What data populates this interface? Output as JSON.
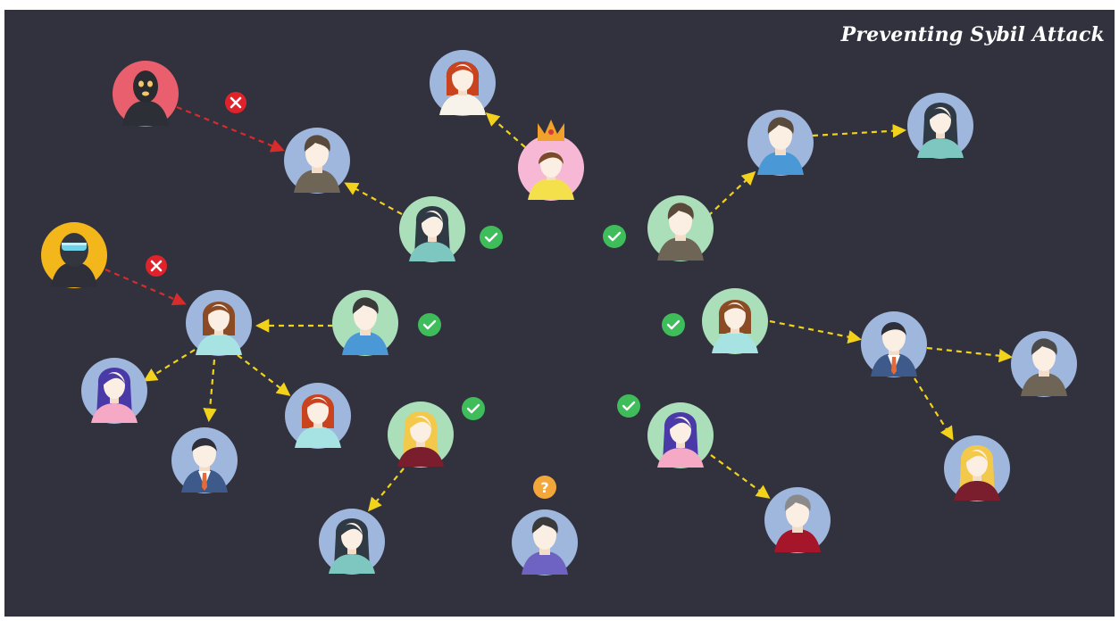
{
  "title": "Preventing Sybil Attack",
  "colors": {
    "background": "#31323d",
    "arrow_trust": "#f2d21b",
    "arrow_attack": "#d62c2c",
    "badge_ok": "#3fbd5b",
    "badge_reject": "#e0232b",
    "badge_unknown": "#f3a63a"
  },
  "badges": {
    "unknown_symbol": "?"
  },
  "nodes": [
    {
      "id": "attacker-top",
      "role": "attacker",
      "style": "masked"
    },
    {
      "id": "attacker-mid",
      "role": "attacker",
      "style": "goggles"
    },
    {
      "id": "queen",
      "role": "root",
      "style": "crowned-woman"
    },
    {
      "id": "user-a",
      "role": "user"
    },
    {
      "id": "user-b",
      "role": "user"
    },
    {
      "id": "user-c",
      "role": "user"
    },
    {
      "id": "user-unknown",
      "role": "unverified"
    }
  ]
}
